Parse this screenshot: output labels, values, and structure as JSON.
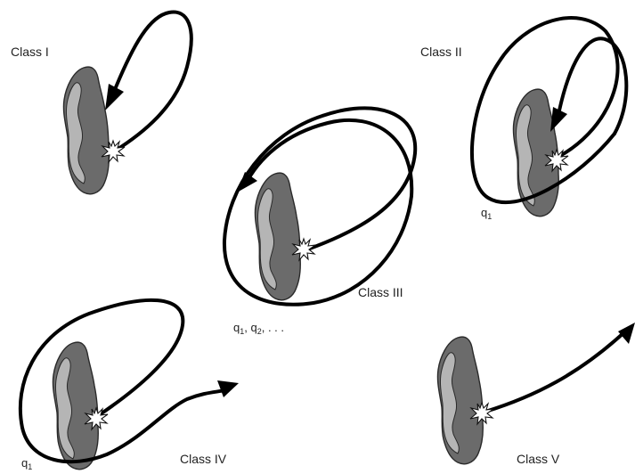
{
  "classes": [
    {
      "label": "Class I",
      "tag": "class-1"
    },
    {
      "label": "Class II",
      "tag": "class-2",
      "q_label": {
        "base": "q",
        "sub": "1",
        "rest": ""
      }
    },
    {
      "label": "Class III",
      "tag": "class-3",
      "q_label": {
        "base": "q",
        "sub": "1",
        "rest": ", q",
        "sub2": "2",
        "rest2": ", . . ."
      }
    },
    {
      "label": "Class IV",
      "tag": "class-4",
      "q_label": {
        "base": "q",
        "sub": "1",
        "rest": ""
      }
    },
    {
      "label": "Class V",
      "tag": "class-5"
    }
  ],
  "colors": {
    "body_dark": "#6b6b6b",
    "body_light": "#b5b5b5",
    "trajectory": "#000000",
    "impact_flash": "#ffffff"
  },
  "icons": {
    "body": "asteroid-shape",
    "impact": "impact-flash-star",
    "arrow": "trajectory-arrowhead"
  }
}
